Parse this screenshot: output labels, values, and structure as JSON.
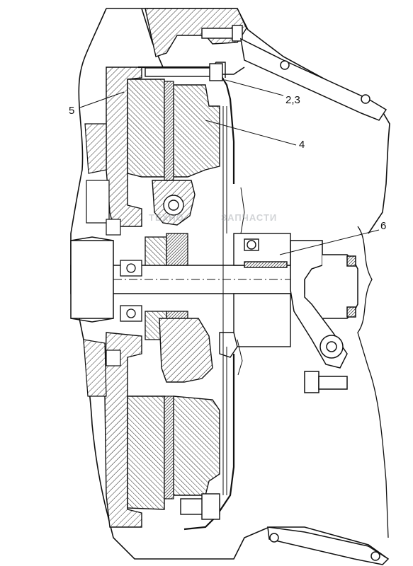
{
  "callouts": {
    "c1": "2,3",
    "c2": "4",
    "c3": "5",
    "c4": "6"
  },
  "watermark": {
    "line1": "ТЕХНО",
    "line2": "ЗАПЧАСТИ"
  }
}
